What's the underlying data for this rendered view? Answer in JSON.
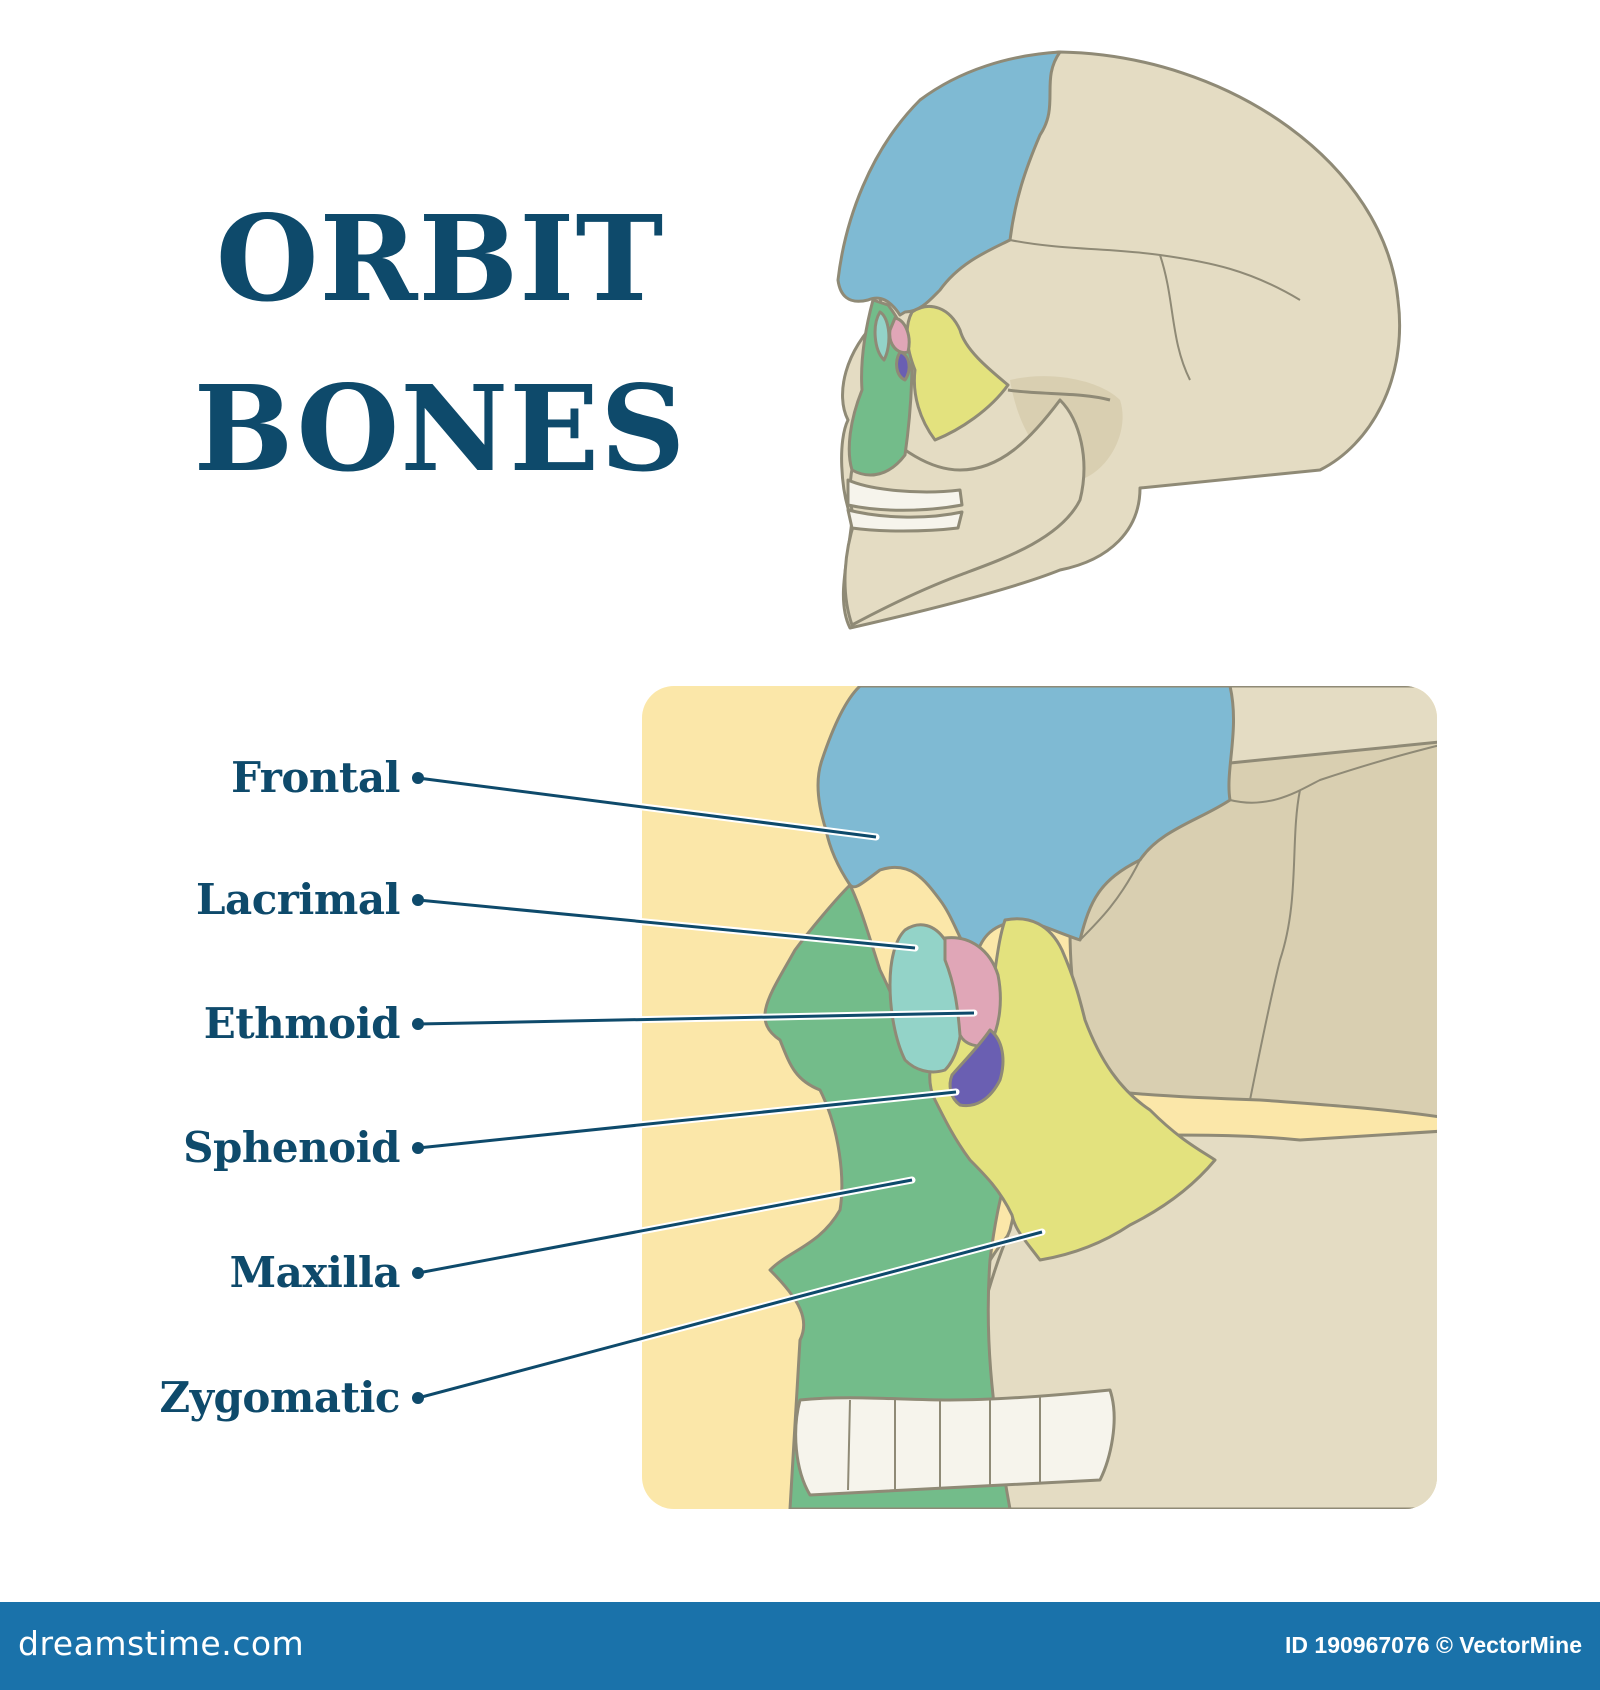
{
  "title": {
    "line1": "ORBIT",
    "line2": "BONES"
  },
  "labels": [
    {
      "id": "frontal",
      "text": "Frontal"
    },
    {
      "id": "lacrimal",
      "text": "Lacrimal"
    },
    {
      "id": "ethmoid",
      "text": "Ethmoid"
    },
    {
      "id": "sphenoid",
      "text": "Sphenoid"
    },
    {
      "id": "maxilla",
      "text": "Maxilla"
    },
    {
      "id": "zygomatic",
      "text": "Zygomatic"
    }
  ],
  "footer": {
    "brand": "dreamstime.com",
    "credit": "ID 190967076 © VectorMine"
  },
  "colors": {
    "title": "#0e4a6b",
    "frontal": "#7fbad3",
    "lacrimal": "#e0a6b7",
    "ethmoid": "#93d3c8",
    "sphenoid": "#6a5fb2",
    "maxilla": "#73bc8a",
    "zygomatic": "#e3e27e",
    "bone": "#e4dcc3",
    "panel": "#fbe7a9",
    "footer": "#1a72aa"
  }
}
